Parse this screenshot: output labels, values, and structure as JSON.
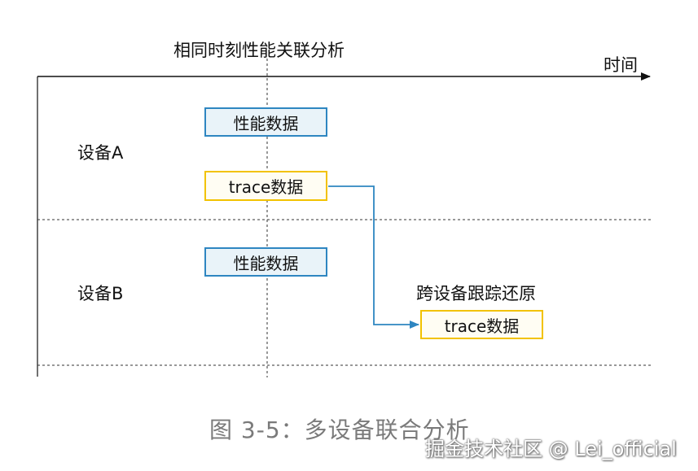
{
  "diagram": {
    "top_label": "相同时刻性能关联分析",
    "time_axis_label": "时间",
    "device_a": {
      "label": "设备A",
      "perf_box": "性能数据",
      "trace_box": "trace数据"
    },
    "device_b": {
      "label": "设备B",
      "perf_box": "性能数据",
      "trace_box": "trace数据",
      "cross_device_label": "跨设备跟踪还原"
    },
    "caption": "图 3-5：多设备联合分析",
    "watermark": "掘金技术社区 @ Lei_official",
    "colors": {
      "perf_border": "#2e86c1",
      "perf_fill": "#e9f3f9",
      "trace_border": "#f2c200",
      "trace_fill": "#fffdf3",
      "arrow": "#2e86c1",
      "caption": "#7a7a7a"
    }
  }
}
